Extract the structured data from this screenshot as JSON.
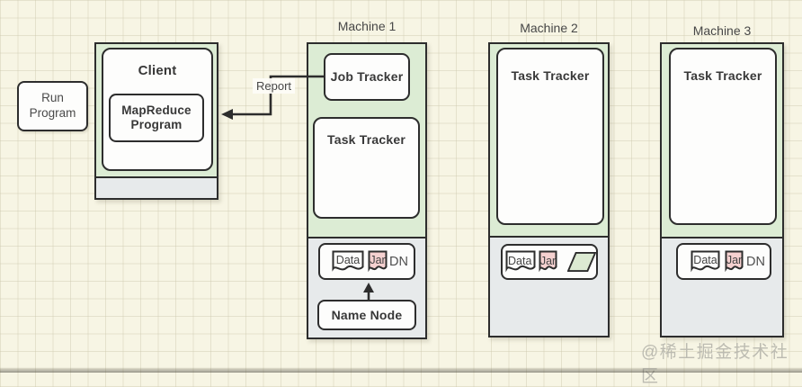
{
  "colors": {
    "background": "#f7f5e4",
    "grid_line": "#e6e2d0",
    "ink": "#2d2d2d",
    "machine_fill": "#dcecd4",
    "storage_fill": "#e7eaeb",
    "box_fill": "#fdfdfc",
    "jar_fill": "#f5d1d0",
    "parallelogram_fill": "#dcead2",
    "watermark_color": "#bcbbb1"
  },
  "run_program": {
    "label": "Run\nProgram"
  },
  "client": {
    "title": "Client",
    "program_label": "MapReduce\nProgram"
  },
  "report": {
    "label": "Report"
  },
  "machines": [
    {
      "label": "Machine 1",
      "job_tracker": "Job Tracker",
      "task_tracker": "Task Tracker",
      "storage": {
        "data_label": "Data",
        "jar_label": "Jar",
        "dn_label": "DN"
      },
      "name_node": "Name Node"
    },
    {
      "label": "Machine 2",
      "task_tracker": "Task Tracker",
      "storage": {
        "data_label": "Data",
        "jar_label": "Jar"
      }
    },
    {
      "label": "Machine 3",
      "task_tracker": "Task Tracker",
      "storage": {
        "data_label": "Data",
        "jar_label": "Jar",
        "dn_label": "DN"
      }
    }
  ],
  "watermark": "@稀土掘金技术社区"
}
